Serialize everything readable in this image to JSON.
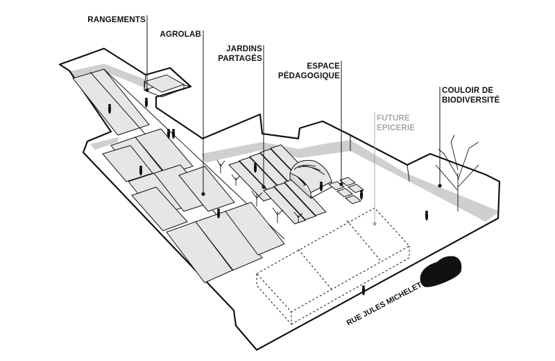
{
  "labels": {
    "rangements": "RANGEMENTS",
    "agrolab": "AGROLAB",
    "jardins_line1": "JARDINS",
    "jardins_line2": "PARTAGÉS",
    "espace_line1": "ESPACE",
    "espace_line2": "PÉDAGOGIQUE",
    "couloir_line1": "COULOIR DE",
    "couloir_line2": "BIODIVERSITÉ",
    "epicerie_line1": "FUTURE",
    "epicerie_line2": "EPICERIE"
  },
  "street": {
    "name": "RUE JULES MICHELET"
  },
  "colors": {
    "ink": "#111111",
    "muted_label": "#a8a8a8",
    "plot_fill": "#e6e6e6",
    "wall_shade": "#cfcfcf"
  },
  "icons": [
    "person-icon",
    "tree-icon",
    "car-icon",
    "greenhouse-icon"
  ]
}
